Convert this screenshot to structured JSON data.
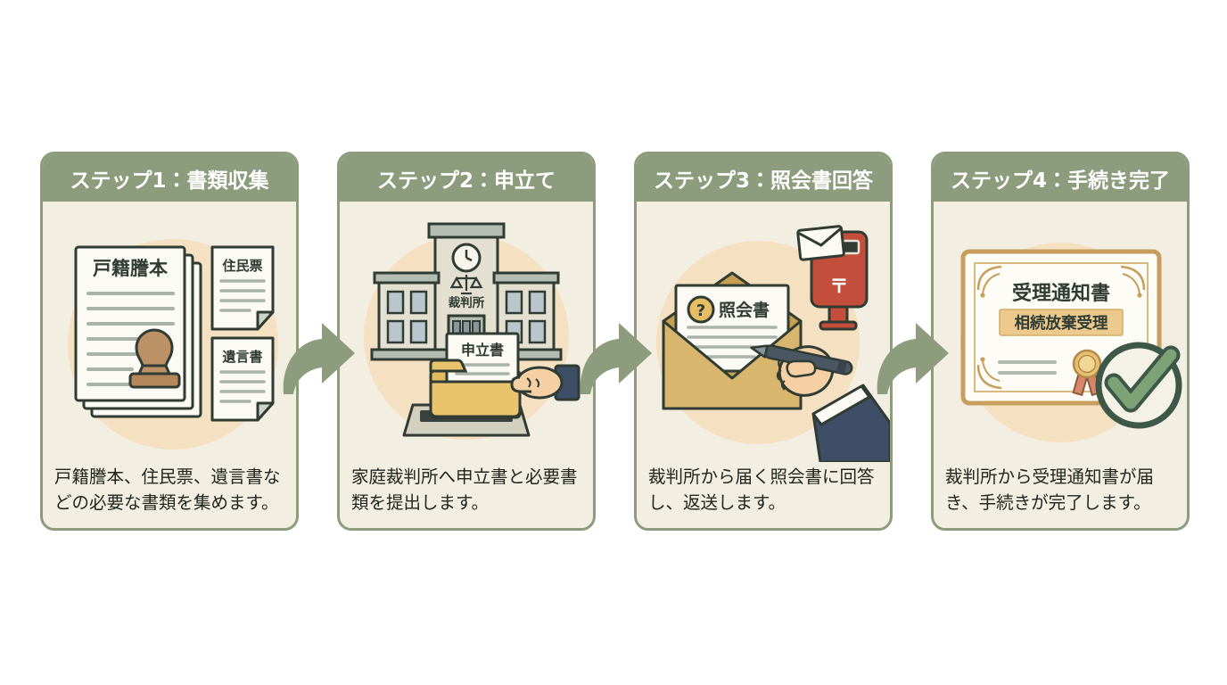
{
  "page": {
    "background": "#ffffff",
    "language": "ja",
    "type": "process-infographic"
  },
  "colors": {
    "header_green": "#8c9c7c",
    "card_background": "#f2eee2",
    "card_border": "#8c9c7c",
    "accent_circle_peach": "#f5e0c1",
    "outline_dark": "#2f3b33",
    "arrow_green": "#8c9c7c",
    "stamp_brown": "#bd9166",
    "folder_yellow": "#e9c46d",
    "mailbox_red": "#c24e3b",
    "envelope_tan": "#d8b66e",
    "sleeve_navy": "#3d4e66",
    "certificate_gold": "#c79e5d",
    "check_green": "#7ca275"
  },
  "steps": [
    {
      "header": "ステップ1：書類収集",
      "description": "戸籍謄本、住民票、遺言書などの必要な書類を集めます。",
      "illustration": {
        "main_document_title": "戸籍謄本",
        "side_document_1": "住民票",
        "side_document_2": "遺言書"
      }
    },
    {
      "header": "ステップ2：申立て",
      "description": "家庭裁判所へ申立書と必要書類を提出します。",
      "illustration": {
        "building_label": "裁判所",
        "document_label": "申立書"
      }
    },
    {
      "header": "ステップ3：照会書回答",
      "description": "裁判所から届く照会書に回答し、返送します。",
      "illustration": {
        "letter_label": "照会書",
        "question_mark": "?",
        "postbox_symbol": "〒"
      }
    },
    {
      "header": "ステップ4：手続き完了",
      "description": "裁判所から受理通知書が届き、手続きが完了します。",
      "illustration": {
        "certificate_title": "受理通知書",
        "certificate_banner": "相続放棄受理"
      }
    }
  ],
  "arrows": {
    "count": 3,
    "direction": "right"
  }
}
